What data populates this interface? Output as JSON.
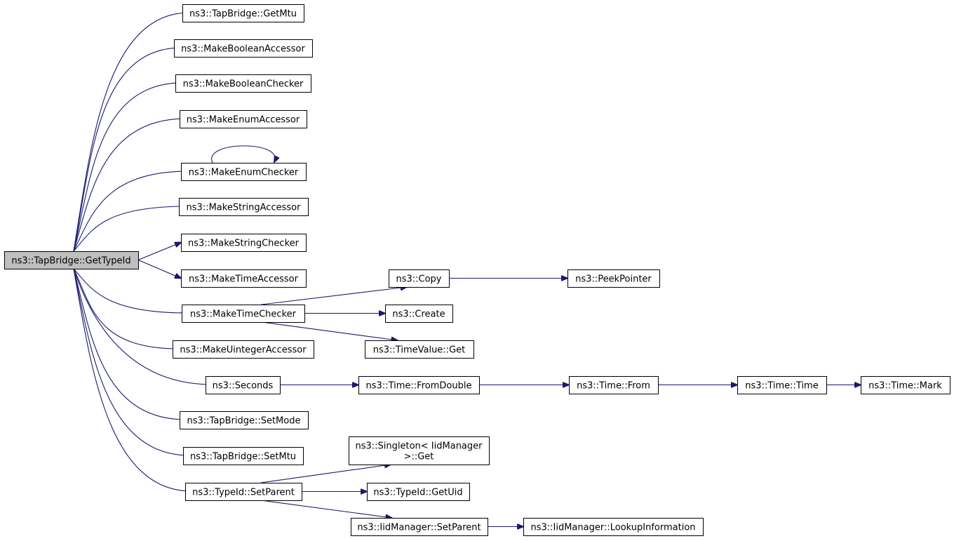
{
  "diagram": {
    "type": "call-graph",
    "root": "ns3::TapBridge::GetTypeId",
    "nodes": [
      {
        "id": "root",
        "label": "ns3::TapBridge::GetTypeId"
      },
      {
        "id": "getmtu",
        "label": "ns3::TapBridge::GetMtu"
      },
      {
        "id": "mkboolacc",
        "label": "ns3::MakeBooleanAccessor"
      },
      {
        "id": "mkboolchk",
        "label": "ns3::MakeBooleanChecker"
      },
      {
        "id": "mkenumacc",
        "label": "ns3::MakeEnumAccessor"
      },
      {
        "id": "mkenumchk",
        "label": "ns3::MakeEnumChecker"
      },
      {
        "id": "mkstracc",
        "label": "ns3::MakeStringAccessor"
      },
      {
        "id": "mkstrchk",
        "label": "ns3::MakeStringChecker"
      },
      {
        "id": "mktimeacc",
        "label": "ns3::MakeTimeAccessor"
      },
      {
        "id": "mktimechk",
        "label": "ns3::MakeTimeChecker"
      },
      {
        "id": "mkuintacc",
        "label": "ns3::MakeUintegerAccessor"
      },
      {
        "id": "seconds",
        "label": "ns3::Seconds"
      },
      {
        "id": "setmode",
        "label": "ns3::TapBridge::SetMode"
      },
      {
        "id": "setmtu",
        "label": "ns3::TapBridge::SetMtu"
      },
      {
        "id": "setparent",
        "label": "ns3::TypeId::SetParent"
      },
      {
        "id": "copy",
        "label": "ns3::Copy"
      },
      {
        "id": "create",
        "label": "ns3::Create"
      },
      {
        "id": "timevalueget",
        "label": "ns3::TimeValue::Get"
      },
      {
        "id": "peekpointer",
        "label": "ns3::PeekPointer"
      },
      {
        "id": "fromdouble",
        "label": "ns3::Time::FromDouble"
      },
      {
        "id": "from",
        "label": "ns3::Time::From"
      },
      {
        "id": "timetime",
        "label": "ns3::Time::Time"
      },
      {
        "id": "mark",
        "label": "ns3::Time::Mark"
      },
      {
        "id": "singletonget",
        "lines": [
          "ns3::Singleton< IidManager",
          ">::Get"
        ]
      },
      {
        "id": "getuid",
        "label": "ns3::TypeId::GetUid"
      },
      {
        "id": "iidsetparent",
        "label": "ns3::IidManager::SetParent"
      },
      {
        "id": "lookupinfo",
        "label": "ns3::IidManager::LookupInformation"
      }
    ],
    "edges": [
      {
        "from": "root",
        "to": "getmtu"
      },
      {
        "from": "root",
        "to": "mkboolacc"
      },
      {
        "from": "root",
        "to": "mkboolchk"
      },
      {
        "from": "root",
        "to": "mkenumacc"
      },
      {
        "from": "root",
        "to": "mkenumchk"
      },
      {
        "from": "root",
        "to": "mkstracc"
      },
      {
        "from": "root",
        "to": "mkstrchk"
      },
      {
        "from": "root",
        "to": "mktimeacc"
      },
      {
        "from": "root",
        "to": "mktimechk"
      },
      {
        "from": "root",
        "to": "mkuintacc"
      },
      {
        "from": "root",
        "to": "seconds"
      },
      {
        "from": "root",
        "to": "setmode"
      },
      {
        "from": "root",
        "to": "setmtu"
      },
      {
        "from": "root",
        "to": "setparent"
      },
      {
        "from": "mkenumchk",
        "to": "mkenumchk"
      },
      {
        "from": "mktimechk",
        "to": "copy"
      },
      {
        "from": "mktimechk",
        "to": "create"
      },
      {
        "from": "mktimechk",
        "to": "timevalueget"
      },
      {
        "from": "copy",
        "to": "peekpointer"
      },
      {
        "from": "seconds",
        "to": "fromdouble"
      },
      {
        "from": "fromdouble",
        "to": "from"
      },
      {
        "from": "from",
        "to": "timetime"
      },
      {
        "from": "timetime",
        "to": "mark"
      },
      {
        "from": "setparent",
        "to": "singletonget"
      },
      {
        "from": "setparent",
        "to": "getuid"
      },
      {
        "from": "setparent",
        "to": "iidsetparent"
      },
      {
        "from": "iidsetparent",
        "to": "lookupinfo"
      }
    ]
  }
}
